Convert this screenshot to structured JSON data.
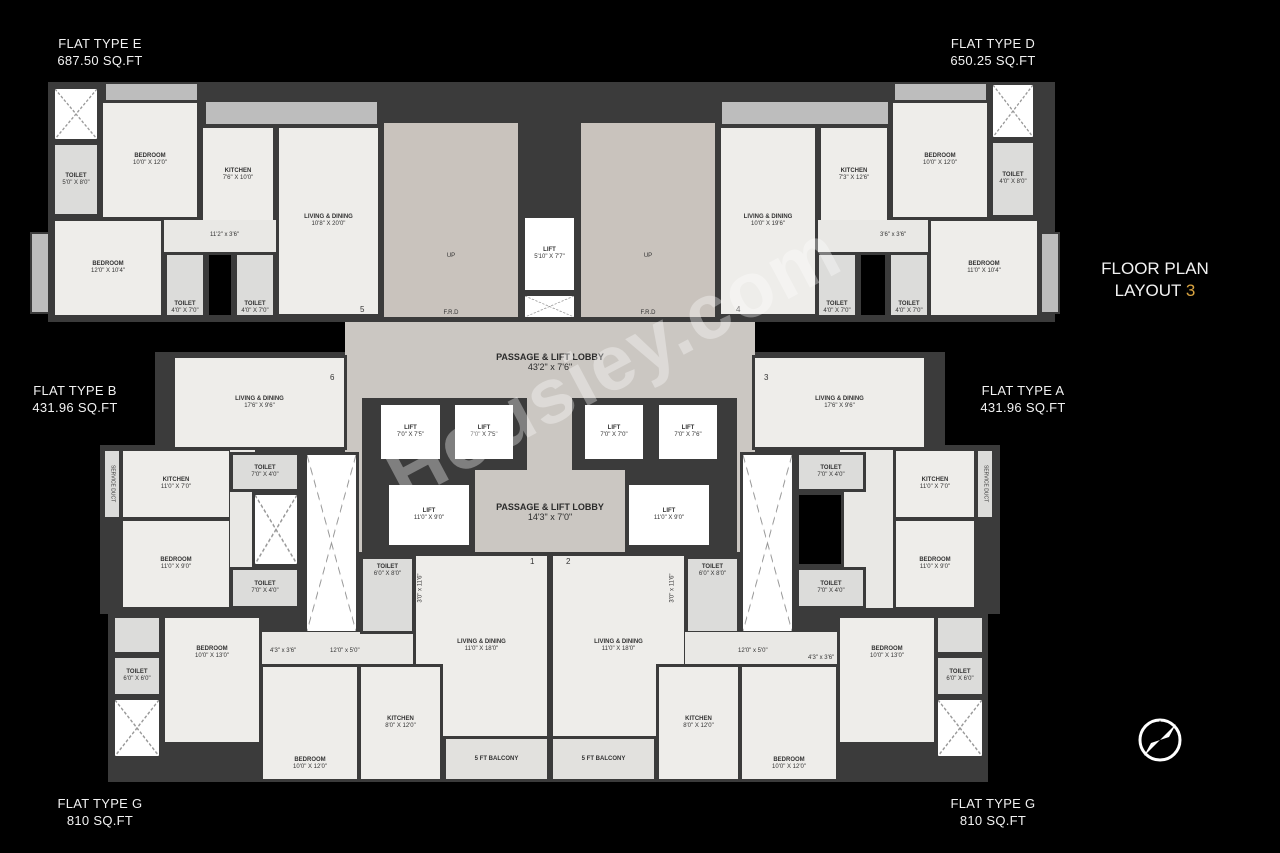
{
  "title": {
    "line1": "FLOOR PLAN",
    "line2": "LAYOUT",
    "number": "3"
  },
  "flats": {
    "e": {
      "type": "FLAT TYPE E",
      "area": "687.50 SQ.FT"
    },
    "d": {
      "type": "FLAT TYPE D",
      "area": "650.25 SQ.FT"
    },
    "b": {
      "type": "FLAT TYPE B",
      "area": "431.96 SQ.FT"
    },
    "a": {
      "type": "FLAT TYPE A",
      "area": "431.96 SQ.FT"
    },
    "g_left": {
      "type": "FLAT TYPE G",
      "area": "810 SQ.FT"
    },
    "g_right": {
      "type": "FLAT TYPE G",
      "area": "810 SQ.FT"
    }
  },
  "rooms": {
    "e_toilet1": {
      "name": "TOILET",
      "dims": "5'0\" X 8'0\""
    },
    "e_bed1": {
      "name": "BEDROOM",
      "dims": "10'0\" X 12'0\""
    },
    "e_kitchen": {
      "name": "KITCHEN",
      "dims": "7'6\" X 10'0\""
    },
    "e_living": {
      "name": "LIVING & DINING",
      "dims": "10'8\" X 20'0\""
    },
    "e_bed2": {
      "name": "BEDROOM",
      "dims": "12'0\" X 10'4\""
    },
    "e_toilet2": {
      "name": "TOILET",
      "dims": "4'0\" X 7'0\""
    },
    "e_toilet3": {
      "name": "TOILET",
      "dims": "4'0\" X 7'0\""
    },
    "e_passage": "11'2\" x 3'6\"",
    "d_living": {
      "name": "LIVING & DINING",
      "dims": "10'0\" X 19'6\""
    },
    "d_kitchen": {
      "name": "KITCHEN",
      "dims": "7'3\" X 12'6\""
    },
    "d_bed1": {
      "name": "BEDROOM",
      "dims": "10'0\" X 12'0\""
    },
    "d_toilet1": {
      "name": "TOILET",
      "dims": "4'0\" X 8'0\""
    },
    "d_bed2": {
      "name": "BEDROOM",
      "dims": "11'0\" X 10'4\""
    },
    "d_toilet2": {
      "name": "TOILET",
      "dims": "4'0\" X 7'0\""
    },
    "d_toilet3": {
      "name": "TOILET",
      "dims": "4'0\" X 7'0\""
    },
    "d_passage": "3'6\" x 3'6\"",
    "core_lift_small": {
      "name": "LIFT",
      "dims": "5'10\" X 7'7\""
    },
    "stair_up": "UP",
    "frd": "F.R.D",
    "lobby_main": {
      "name": "PASSAGE & LIFT LOBBY",
      "dims": "43'2\" x 7'6\""
    },
    "lobby_small": {
      "name": "PASSAGE & LIFT LOBBY",
      "dims": "14'3\" x 7'0\""
    },
    "lift1": {
      "name": "LIFT",
      "dims": "7'0\" X 7'5\""
    },
    "lift2": {
      "name": "LIFT",
      "dims": "7'0\" X 7'5\""
    },
    "lift3": {
      "name": "LIFT",
      "dims": "7'0\" X 7'0\""
    },
    "lift4": {
      "name": "LIFT",
      "dims": "7'0\" X 7'6\""
    },
    "lift5": {
      "name": "LIFT",
      "dims": "11'0\" X 9'0\""
    },
    "lift6": {
      "name": "LIFT",
      "dims": "11'0\" X 9'0\""
    },
    "b_living": {
      "name": "LIVING & DINING",
      "dims": "17'6\" X 9'6\""
    },
    "b_kitchen": {
      "name": "KITCHEN",
      "dims": "11'0\" X 7'0\""
    },
    "b_duct": "SERVICE DUCT",
    "b_bed": {
      "name": "BEDROOM",
      "dims": "11'0\" X 9'0\""
    },
    "b_toilet1": {
      "name": "TOILET",
      "dims": "7'0\" X 4'0\""
    },
    "b_toilet2": {
      "name": "TOILET",
      "dims": "7'0\" X 4'0\""
    },
    "a_living": {
      "name": "LIVING & DINING",
      "dims": "17'6\" X 9'6\""
    },
    "a_kitchen": {
      "name": "KITCHEN",
      "dims": "11'0\" X 7'0\""
    },
    "a_duct": "SERVICE DUCT",
    "a_bed": {
      "name": "BEDROOM",
      "dims": "11'0\" X 9'0\""
    },
    "a_toilet1": {
      "name": "TOILET",
      "dims": "7'0\" X 4'0\""
    },
    "a_toilet2": {
      "name": "TOILET",
      "dims": "7'0\" X 4'0\""
    },
    "gl_toilet1": {
      "name": "TOILET",
      "dims": "6'0\" X 8'0\""
    },
    "gl_living": {
      "name": "LIVING & DINING",
      "dims": "11'0\" X 18'0\""
    },
    "gl_bed1": {
      "name": "BEDROOM",
      "dims": "10'0\" X 13'0\""
    },
    "gl_toilet2": {
      "name": "TOILET",
      "dims": "6'0\" X 6'0\""
    },
    "gl_bed2": {
      "name": "BEDROOM",
      "dims": "10'0\" X 12'0\""
    },
    "gl_kitchen": {
      "name": "KITCHEN",
      "dims": "8'0\" X 12'0\""
    },
    "gl_balcony": "5 FT BALCONY",
    "gl_passage1": "4'3\" x 3'6\"",
    "gl_passage2": "12'0\" x 5'0\"",
    "gl_passage3": "3'0\" x 11'6\"",
    "gr_toilet1": {
      "name": "TOILET",
      "dims": "6'0\" X 8'0\""
    },
    "gr_living": {
      "name": "LIVING & DINING",
      "dims": "11'0\" X 18'0\""
    },
    "gr_bed1": {
      "name": "BEDROOM",
      "dims": "10'0\" X 13'0\""
    },
    "gr_toilet2": {
      "name": "TOILET",
      "dims": "6'0\" X 6'0\""
    },
    "gr_bed2": {
      "name": "BEDROOM",
      "dims": "10'0\" X 12'0\""
    },
    "gr_kitchen": {
      "name": "KITCHEN",
      "dims": "8'0\" X 12'0\""
    },
    "gr_balcony": "5 FT BALCONY",
    "gr_passage1": "4'3\" x 3'6\"",
    "gr_passage2": "12'0\" x 5'0\"",
    "gr_passage3": "3'0\" x 11'6\""
  },
  "doors": {
    "d1": "1",
    "d2": "2",
    "d3": "3",
    "d4": "4",
    "d5": "5",
    "d6": "6"
  },
  "watermark": "Housiey.com",
  "colors": {
    "background": "#000000",
    "wall": "#3b3b3b",
    "floor": "#e9e8e5",
    "lobby": "#cbc7c2",
    "accent": "#d9a441"
  },
  "compass_icon": "north-arrow-compass"
}
